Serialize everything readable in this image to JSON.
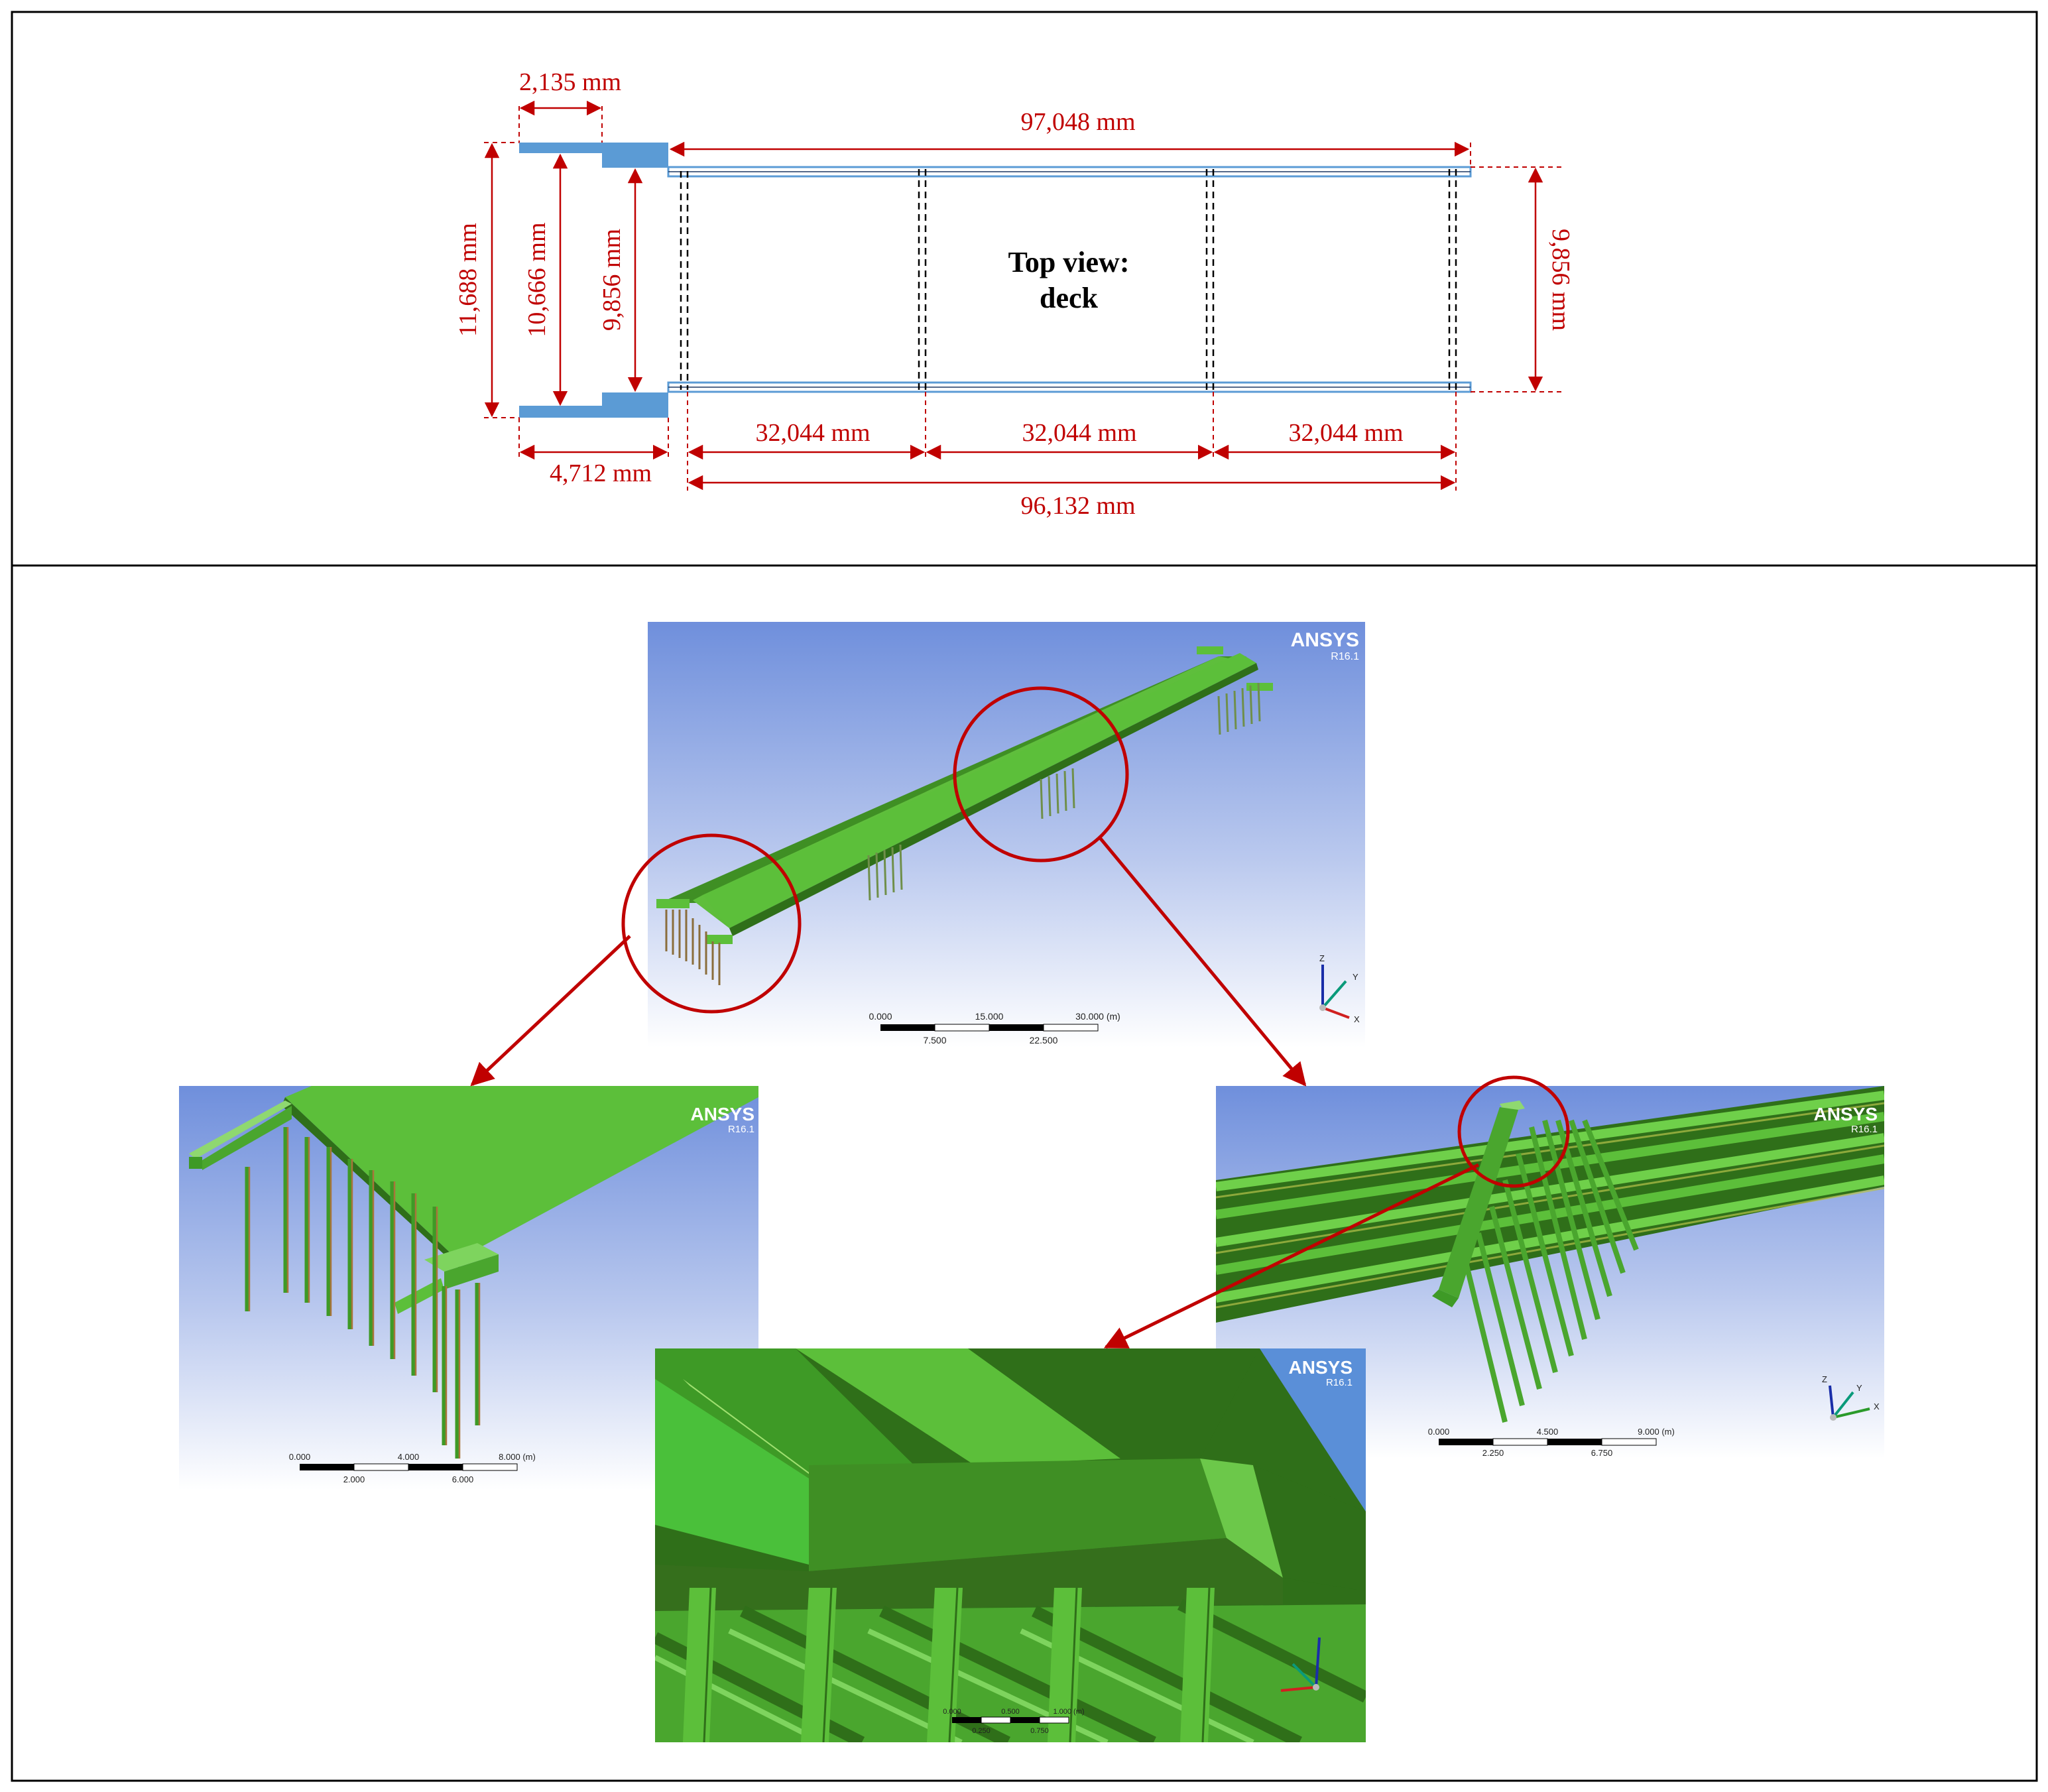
{
  "top_view": {
    "label_line1": "Top view:",
    "label_line2": "deck",
    "dims": {
      "d2135": "2,135 mm",
      "d97048": "97,048 mm",
      "d11688": "11,688 mm",
      "d10666": "10,666 mm",
      "d9856_left": "9,856 mm",
      "d9856_right": "9,856 mm",
      "d4712": "4,712 mm",
      "d32044_a": "32,044 mm",
      "d32044_b": "32,044 mm",
      "d32044_c": "32,044 mm",
      "d96132": "96,132 mm"
    }
  },
  "models": {
    "overview": {
      "brand": "ANSYS",
      "version": "R16.1",
      "scale": {
        "t0": "0.000",
        "t1": "15.000",
        "t2": "30.000 (m)",
        "b1": "7.500",
        "b2": "22.500"
      },
      "axes": {
        "z": "Z",
        "y": "Y",
        "x": "X"
      }
    },
    "abutment": {
      "brand": "ANSYS",
      "version": "R16.1",
      "scale": {
        "t0": "0.000",
        "t1": "4.000",
        "t2": "8.000 (m)",
        "b1": "2.000",
        "b2": "6.000"
      }
    },
    "pier": {
      "brand": "ANSYS",
      "version": "R16.1",
      "scale": {
        "t0": "0.000",
        "t1": "4.500",
        "t2": "9.000 (m)",
        "b1": "2.250",
        "b2": "6.750"
      },
      "axes": {
        "z": "Z",
        "y": "Y",
        "x": "X"
      }
    },
    "detail": {
      "brand": "ANSYS",
      "version": "R16.1",
      "scale": {
        "t0": "0.000",
        "t1": "0.500",
        "t2": "1.000 (m)",
        "b1": "0.250",
        "b2": "0.750"
      }
    }
  },
  "colors": {
    "dimension": "#c00000",
    "abutment_block": "#5b9bd5",
    "deck_outline": "#5b9bd5",
    "model_green": "#5cbf3a",
    "sky_top": "#6f8fdc",
    "sky_bottom": "#ffffff"
  }
}
